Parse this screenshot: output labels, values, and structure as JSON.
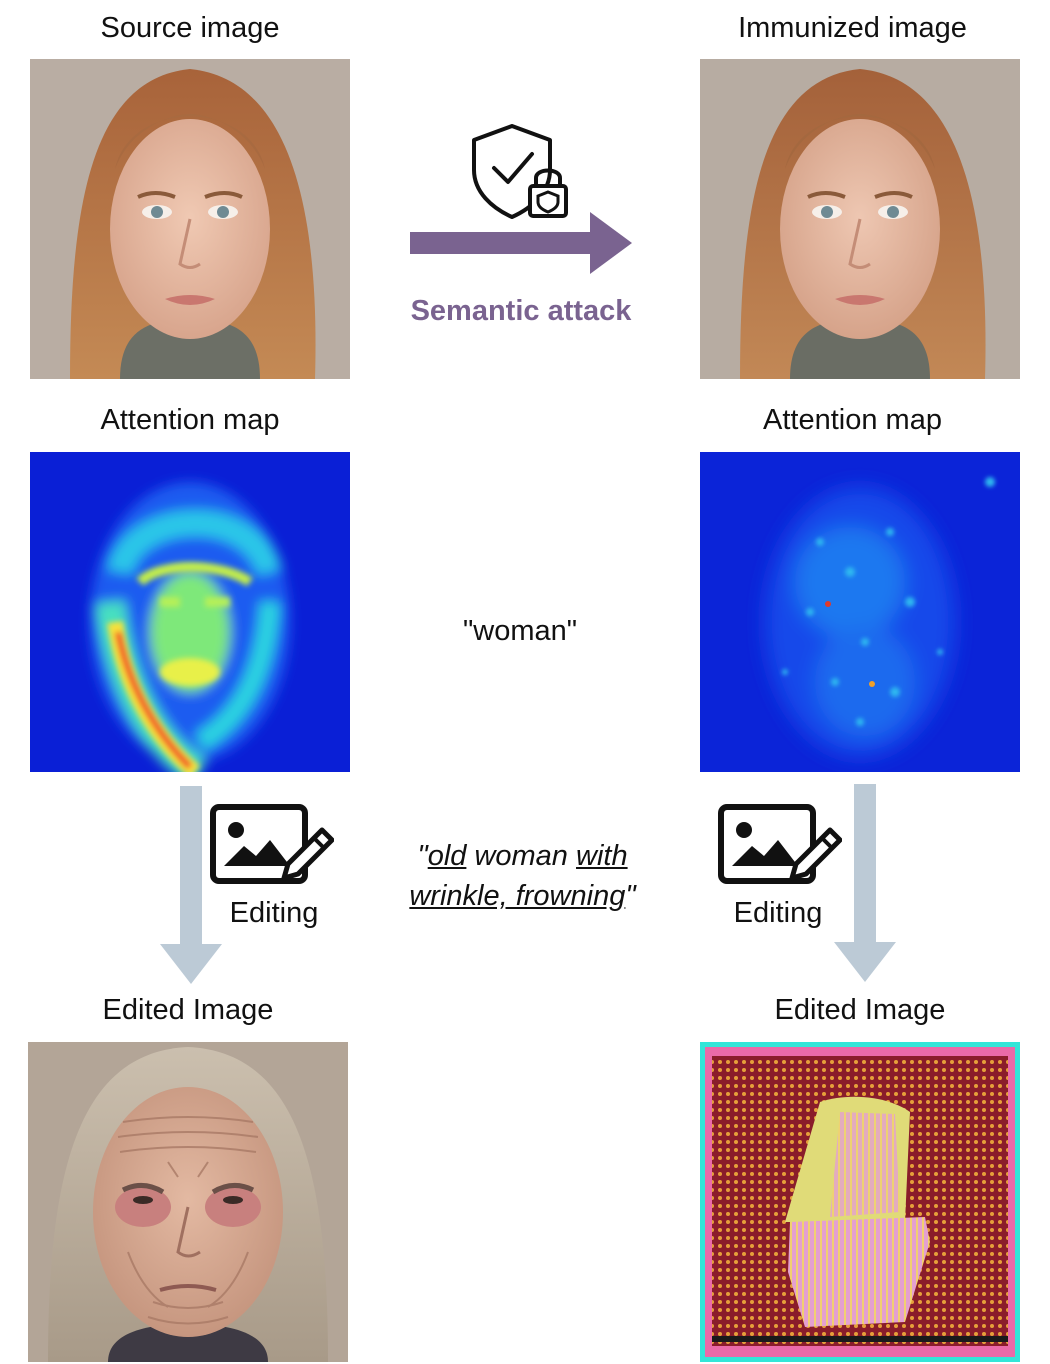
{
  "labels": {
    "source_image": "Source image",
    "immunized_image": "Immunized image",
    "attention_map_left": "Attention map",
    "attention_map_right": "Attention map",
    "editing_left": "Editing",
    "editing_right": "Editing",
    "edited_left": "Edited Image",
    "edited_right": "Edited Image"
  },
  "attack": {
    "label": "Semantic attack"
  },
  "token": {
    "text": "\"woman\""
  },
  "prompt": {
    "quote_open": "\"",
    "w1": "old",
    "w2": "woman",
    "w3": "with",
    "w4": "wrinkle, frowning",
    "quote_close": "\""
  },
  "icons": {
    "shield": "shield-check-lock-icon",
    "edit": "image-edit-icon"
  },
  "colors": {
    "attack_arrow": "#7a6390",
    "edit_arrow": "#bccad6"
  }
}
